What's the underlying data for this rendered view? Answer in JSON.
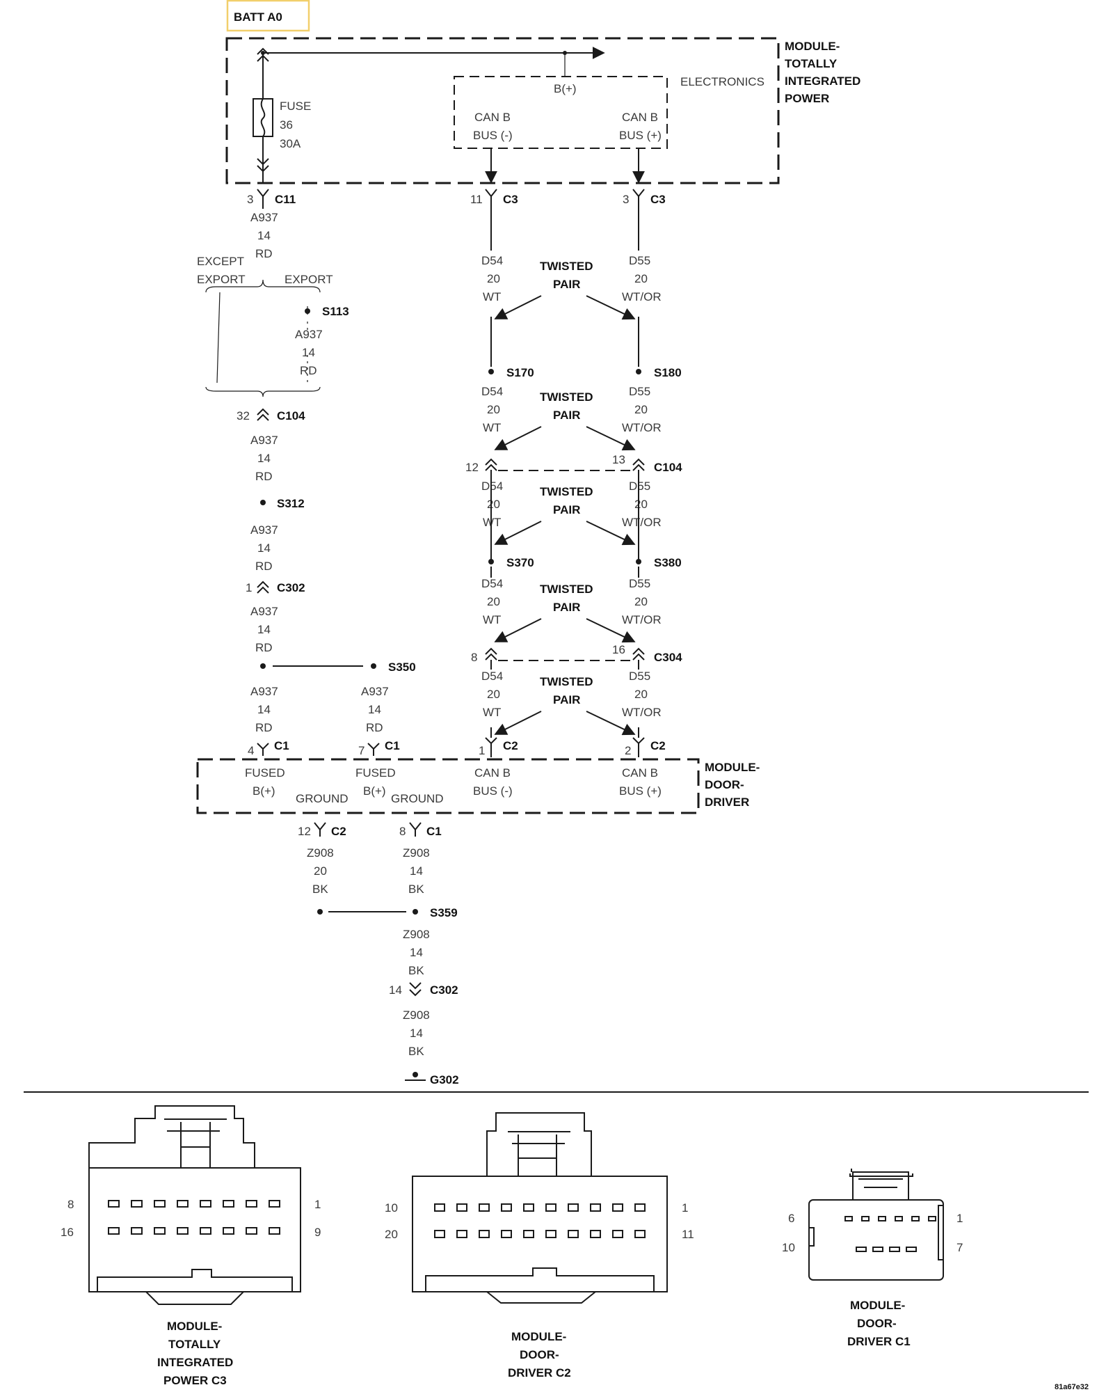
{
  "batt": {
    "label": "BATT A0",
    "border_color": "#f2cf6b"
  },
  "tipm": {
    "name": [
      "MODULE-",
      "TOTALLY",
      "INTEGRATED",
      "POWER"
    ],
    "fuse": [
      "FUSE",
      "36",
      "30A"
    ],
    "electronics": "ELECTRONICS",
    "bplus": "B(+)",
    "canb_minus": [
      "CAN B",
      "BUS (-)"
    ],
    "canb_plus": [
      "CAN B",
      "BUS (+)"
    ]
  },
  "door": {
    "name": [
      "MODULE-",
      "DOOR-",
      "DRIVER"
    ],
    "fused1": [
      "FUSED",
      "B(+)"
    ],
    "fused2": [
      "FUSED",
      "B(+)"
    ],
    "ground1": "GROUND",
    "ground2": "GROUND",
    "canb_minus": [
      "CAN B",
      "BUS (-)"
    ],
    "canb_plus": [
      "CAN B",
      "BUS (+)"
    ]
  },
  "connectors": {
    "c11": {
      "pin": "3",
      "name": "C11"
    },
    "c3a": {
      "pin": "11",
      "name": "C3"
    },
    "c3b": {
      "pin": "3",
      "name": "C3"
    },
    "c104a": {
      "pin": "32",
      "name": "C104"
    },
    "c104b": {
      "pin1": "12",
      "pin2": "13",
      "name": "C104"
    },
    "c302a": {
      "pin": "1",
      "name": "C302"
    },
    "c304": {
      "pin1": "8",
      "pin2": "16",
      "name": "C304"
    },
    "c1a": {
      "pin": "4",
      "name": "C1"
    },
    "c1b": {
      "pin": "7",
      "name": "C1"
    },
    "c2a": {
      "pin": "1",
      "name": "C2"
    },
    "c2b": {
      "pin": "2",
      "name": "C2"
    },
    "c2g": {
      "pin": "12",
      "name": "C2"
    },
    "c1g": {
      "pin": "8",
      "name": "C1"
    },
    "c302b": {
      "pin": "14",
      "name": "C302"
    }
  },
  "splices": {
    "s113": "S113",
    "s170": "S170",
    "s180": "S180",
    "s312": "S312",
    "s370": "S370",
    "s380": "S380",
    "s350": "S350",
    "s359": "S359",
    "g302": "G302"
  },
  "wires": {
    "a937": [
      "A937",
      "14",
      "RD"
    ],
    "d54": [
      "D54",
      "20",
      "WT"
    ],
    "d55": [
      "D55",
      "20",
      "WT/OR"
    ],
    "z908_20": [
      "Z908",
      "20",
      "BK"
    ],
    "z908_14": [
      "Z908",
      "14",
      "BK"
    ]
  },
  "branch": {
    "except": [
      "EXCEPT",
      "EXPORT"
    ],
    "export": "EXPORT"
  },
  "twisted": [
    "TWISTED",
    "PAIR"
  ],
  "views": {
    "tipm_c3": {
      "title": [
        "MODULE-",
        "TOTALLY",
        "INTEGRATED",
        "POWER C3"
      ],
      "pins": [
        "8",
        "1",
        "16",
        "9"
      ]
    },
    "door_c2": {
      "title": [
        "MODULE-",
        "DOOR-",
        "DRIVER C2"
      ],
      "pins": [
        "10",
        "1",
        "20",
        "11"
      ]
    },
    "door_c1": {
      "title": [
        "MODULE-",
        "DOOR-",
        "DRIVER C1"
      ],
      "pins": [
        "6",
        "1",
        "10",
        "7"
      ]
    }
  },
  "figure_id": "81a67e32"
}
